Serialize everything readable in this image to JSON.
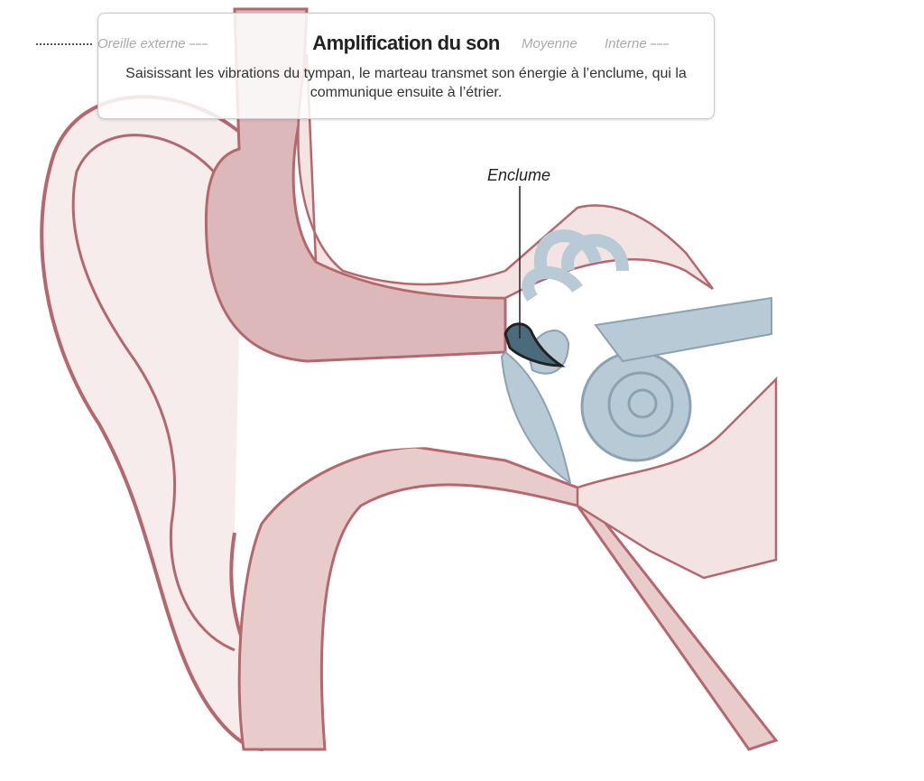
{
  "legend": {
    "outer": "Oreille externe",
    "middle": "Moyenne",
    "inner": "Interne"
  },
  "card": {
    "title": "Amplification du son",
    "description": "Saisissant les vibrations du tympan, le marteau transmet son énergie à l’enclume, qui la communique ensuite à l’étrier."
  },
  "annotation": {
    "label": "Enclume"
  },
  "colors": {
    "outline": "#b5676e",
    "skin": "#f3e3e3",
    "tissue": "#dcb8ba",
    "inner_ear": "#b7cad6",
    "highlight": "#4a6b7c"
  }
}
